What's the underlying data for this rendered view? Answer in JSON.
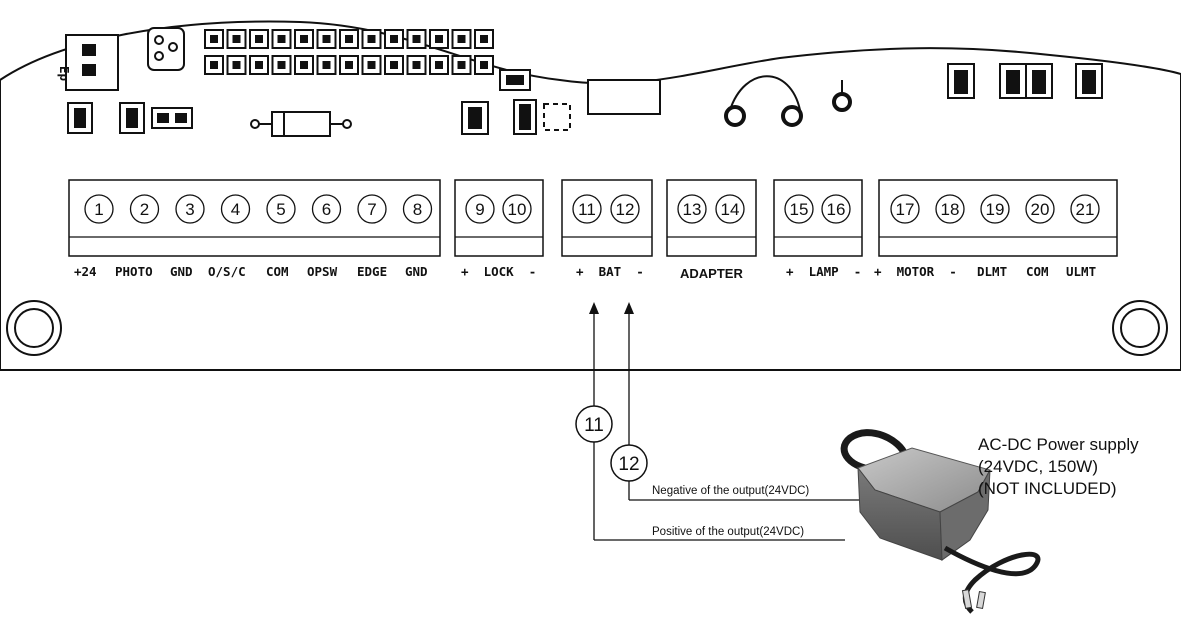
{
  "terminal_blocks": [
    {
      "name": "main",
      "numbers": [
        "1",
        "2",
        "3",
        "4",
        "5",
        "6",
        "7",
        "8"
      ]
    },
    {
      "name": "lock",
      "numbers": [
        "9",
        "10"
      ]
    },
    {
      "name": "bat",
      "numbers": [
        "11",
        "12"
      ]
    },
    {
      "name": "adapter",
      "numbers": [
        "13",
        "14"
      ]
    },
    {
      "name": "lamp",
      "numbers": [
        "15",
        "16"
      ]
    },
    {
      "name": "motor",
      "numbers": [
        "17",
        "18",
        "19",
        "20",
        "21"
      ]
    }
  ],
  "terminal_labels": [
    "+24",
    "PHOTO",
    "GND",
    "O/S/C",
    "COM",
    "OPSW",
    "EDGE",
    "GND",
    "+  LOCK  -",
    "+  BAT  -",
    "ADAPTER",
    "+  LAMP  -",
    "+  MOTOR  -",
    "DLMT",
    "COM",
    "ULMT"
  ],
  "board_marking": "Ep",
  "callouts": {
    "positive": "11",
    "negative": "12"
  },
  "wires": {
    "negative_label": "Negative of the output(24VDC)",
    "positive_label": "Positive of the output(24VDC)"
  },
  "power_supply": {
    "line1": "AC-DC Power supply",
    "line2": "(24VDC, 150W)",
    "line3": "(NOT INCLUDED)"
  },
  "colors": {
    "ink": "#111111",
    "box_fill": "#8a8a8a",
    "box_light": "#b4b4b4",
    "cable": "#1a1a1a"
  }
}
